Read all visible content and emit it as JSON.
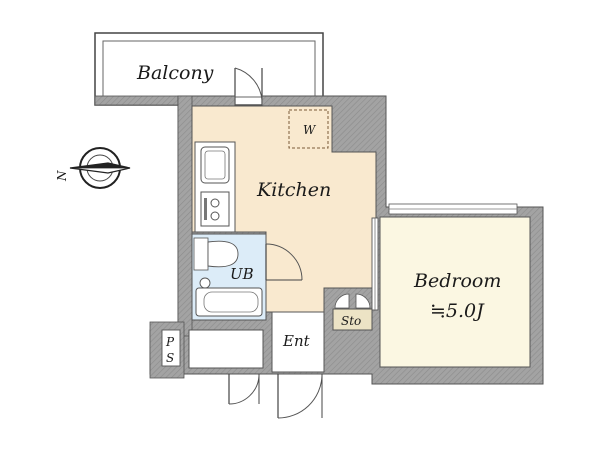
{
  "rooms": {
    "balcony": "Balcony",
    "kitchen": "Kitchen",
    "bedroom": "Bedroom",
    "bedroom_size": "≒5.0J",
    "unit_bath": "UB",
    "storage": "Sto",
    "entrance": "Ent",
    "washer": "W",
    "pipe_space_top": "P",
    "pipe_space_bottom": "S"
  },
  "compass": {
    "north_label": "N"
  },
  "colors": {
    "wall": "#a3a3a3",
    "floor_wood": "#f9e9cf",
    "floor_bedroom": "#fbf7e2",
    "bath": "#dcecf8",
    "storage": "#ece3c5"
  }
}
